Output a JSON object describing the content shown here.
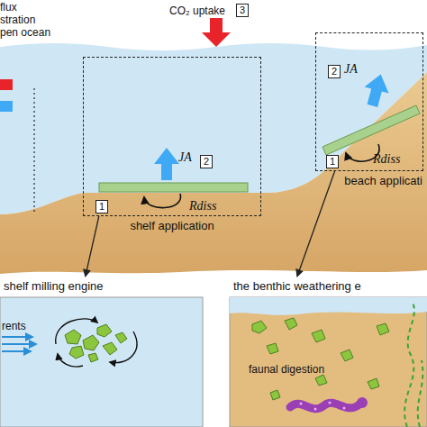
{
  "diagram": {
    "nodes": [
      {
        "text": [
          "shelf application"
        ]
      },
      {
        "text": [
          "beach applicati"
        ]
      },
      {
        "text": [
          "shelf milling engine"
        ]
      },
      {
        "text": [
          "the benthic weathering e"
        ]
      }
    ],
    "edges": [
      {
        "from": 0,
        "to": 2,
        "arrow": "to"
      },
      {
        "from": 1,
        "to": 3,
        "arrow": "to"
      }
    ],
    "labels": [
      "flux",
      "stration",
      "pen ocean",
      "CO₂ uptake",
      "3",
      "JA",
      "2",
      "Rdiss",
      "1",
      "2",
      "JA",
      "1",
      "Rdiss",
      "rents",
      "faunal digestion"
    ]
  }
}
